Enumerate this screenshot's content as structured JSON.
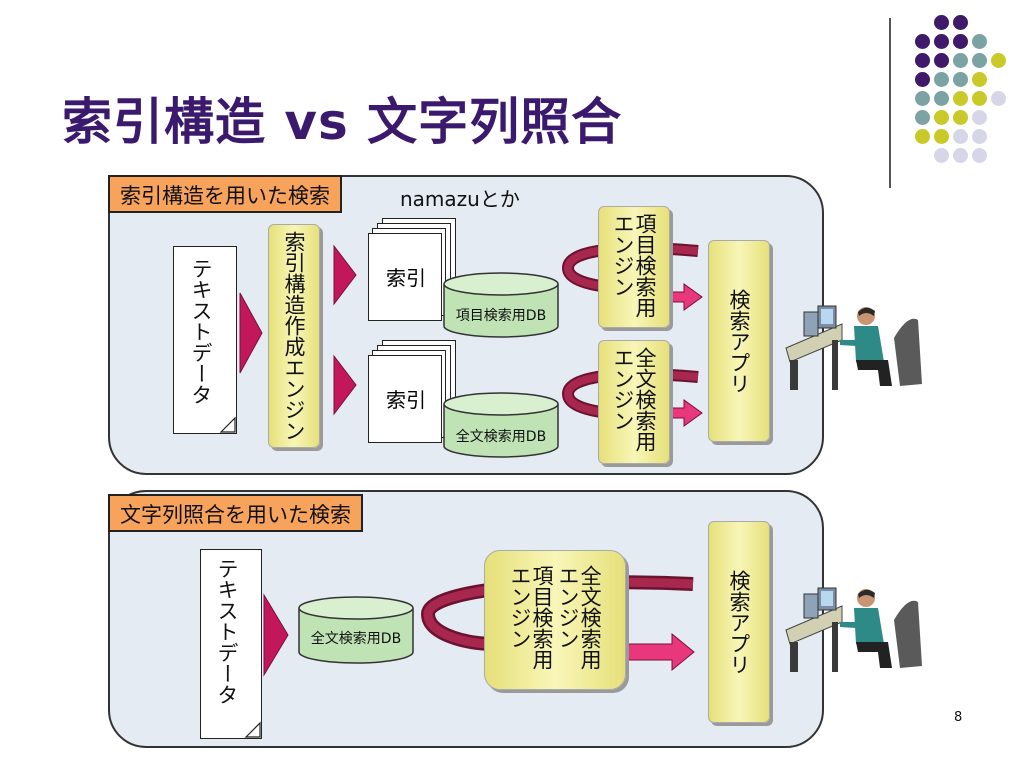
{
  "title": "索引構造 vs 文字列照合",
  "page_number": "8",
  "section_index": {
    "label": "索引構造を用いた検索",
    "note": "namazuとか",
    "text_data": "テキストデータ",
    "index_engine": "索引構造作成エンジン",
    "index_doc": "索引",
    "item_db": "項目検索用DB",
    "fulltext_db": "全文検索用DB",
    "item_engine": "項目検索用エンジン",
    "fulltext_engine": "全文検索用エンジン",
    "search_app": "検索アプリ"
  },
  "section_match": {
    "label": "文字列照合を用いた検索",
    "text_data": "テキストデータ",
    "fulltext_db": "全文検索用DB",
    "engine_line1": "項目検索用エンジン",
    "engine_line2": "全文検索用エンジン",
    "search_app": "検索アプリ"
  },
  "colors": {
    "title": "#3b1a6e",
    "panel_bg": "#e4ebf2",
    "label_bg": "#f7a35c",
    "engine_yellow": "#f2ef9a",
    "db_green": "#bfe3b4",
    "arrow_magenta": "#e8377a",
    "loop_maroon": "#8c1c3c",
    "triangle_magenta": "#c2185b"
  }
}
